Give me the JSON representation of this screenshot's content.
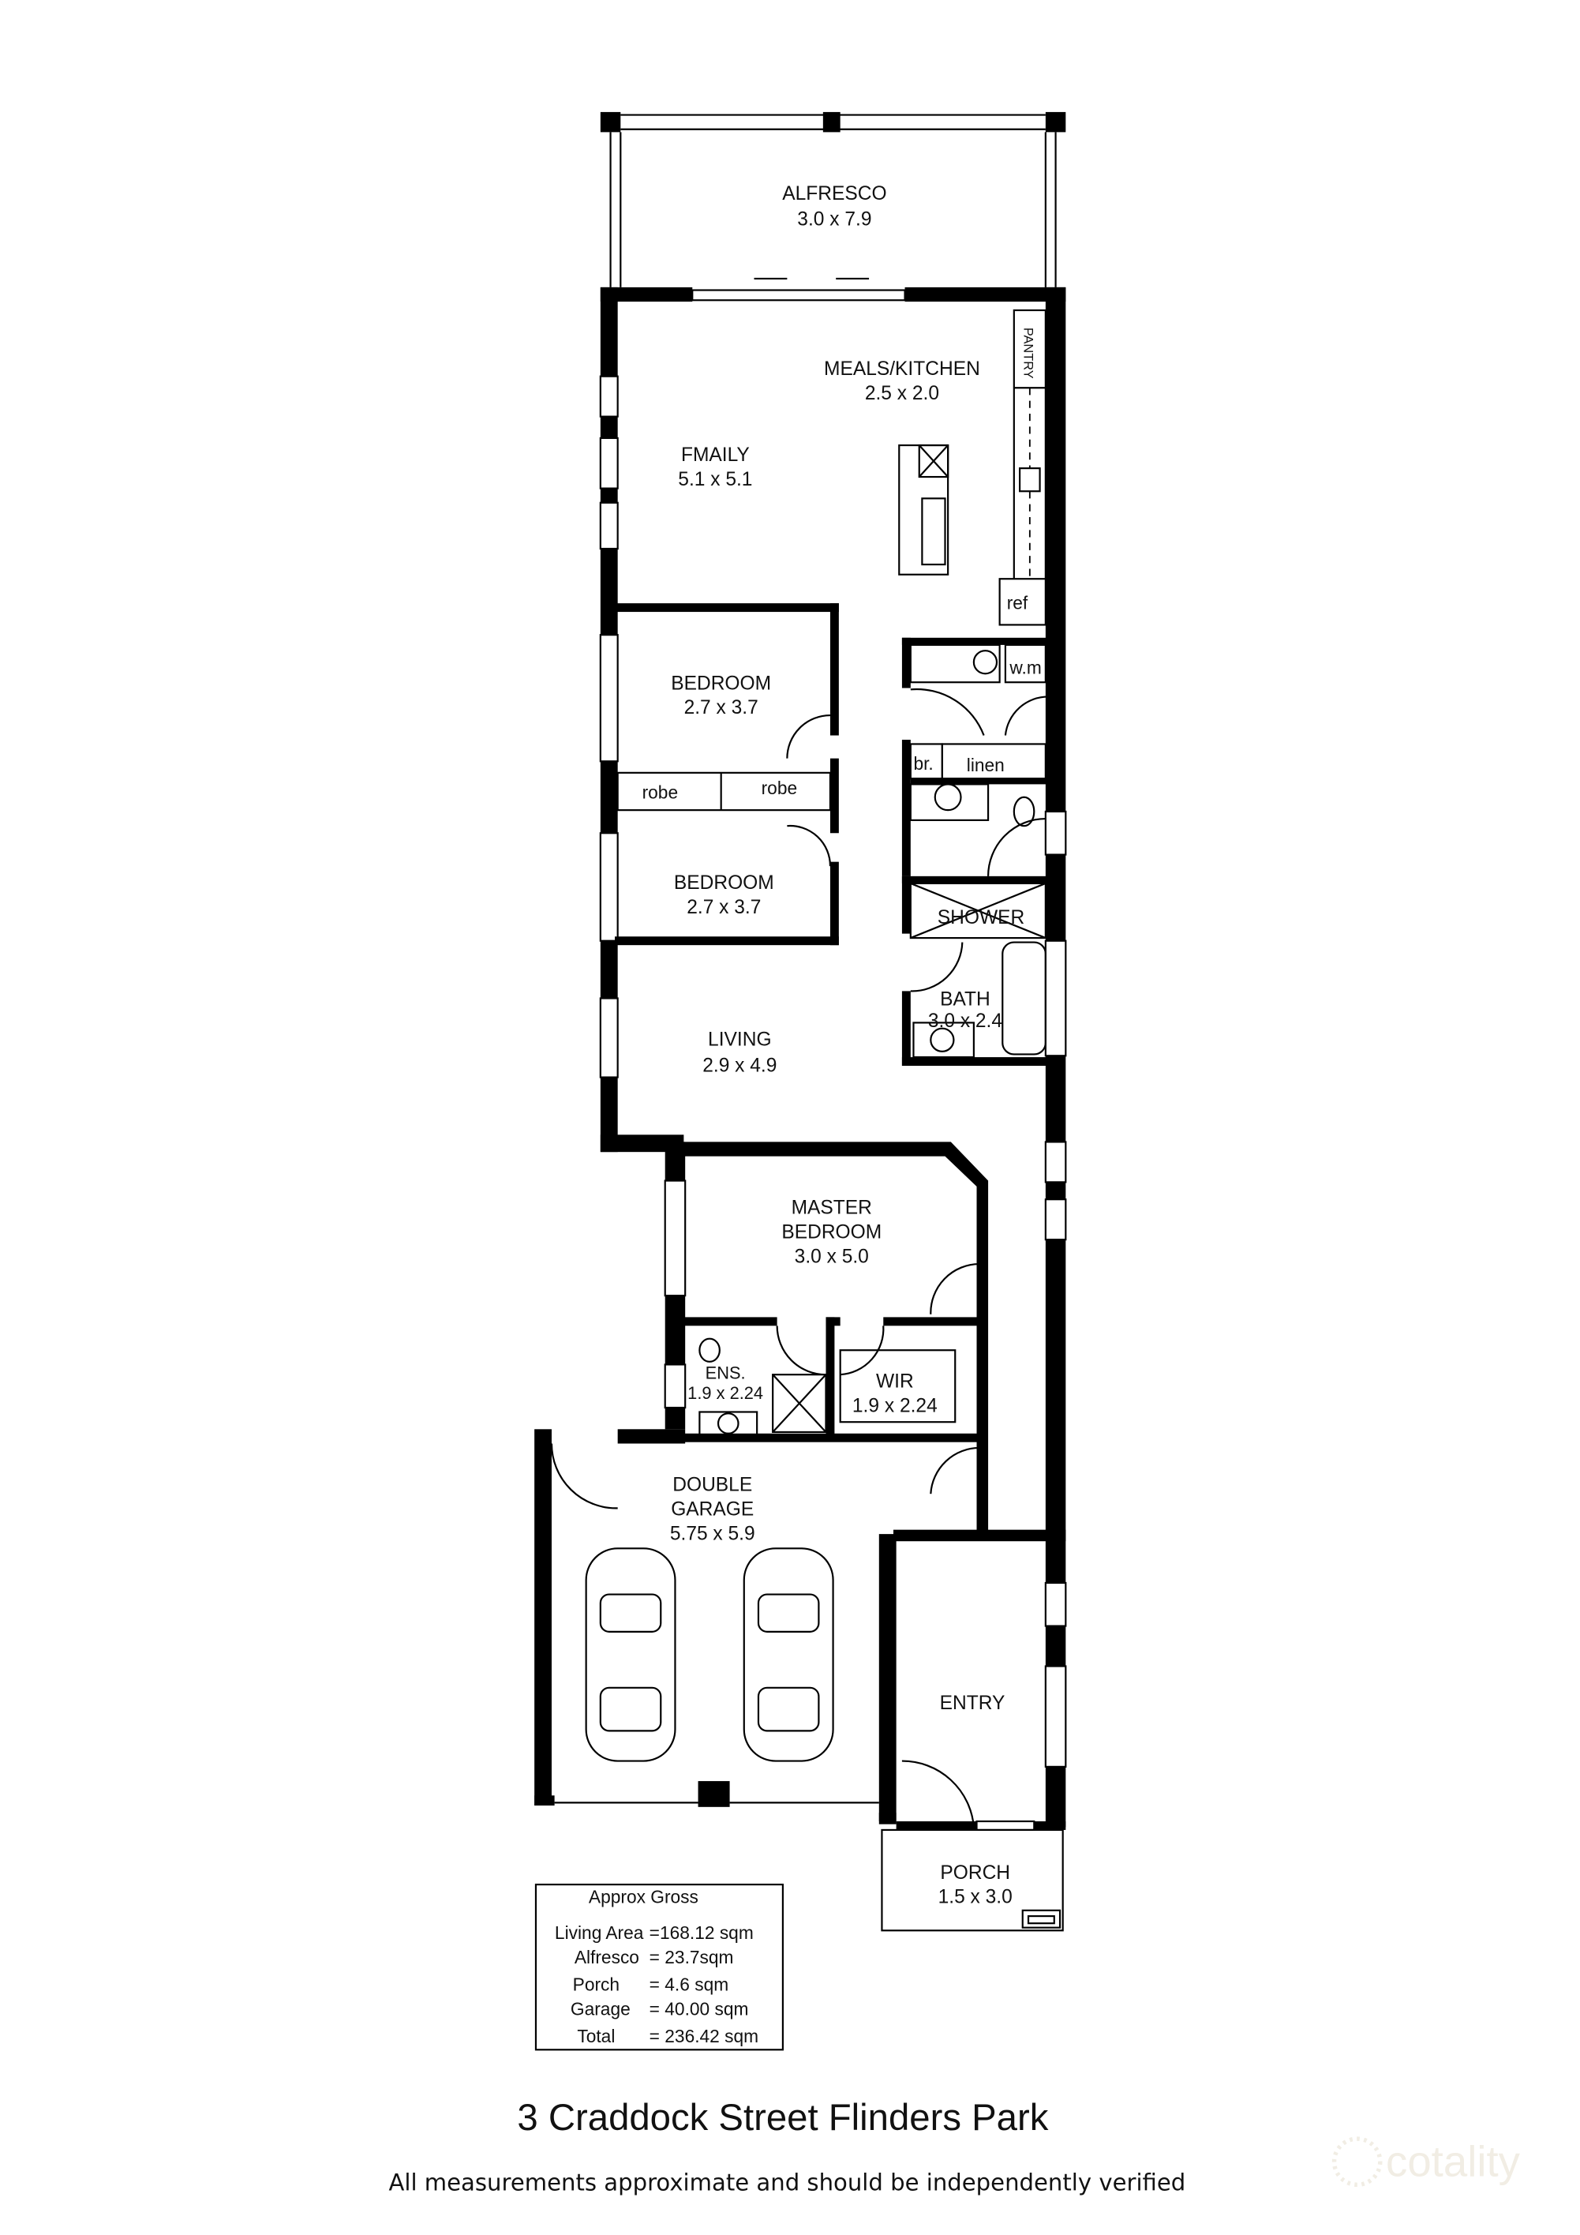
{
  "rooms": {
    "alfresco": {
      "name": "ALFRESCO",
      "size": "3.0 x 7.9"
    },
    "meals_kitchen": {
      "name": "MEALS/KITCHEN",
      "size": "2.5 x 2.0"
    },
    "pantry": "PANTRY",
    "family": {
      "name": "FMAILY",
      "size": "5.1 x 5.1"
    },
    "ref": "ref",
    "wm": "w.m",
    "br": "br.",
    "linen": "linen",
    "bedroom1": {
      "name": "BEDROOM",
      "size": "2.7 x 3.7"
    },
    "robe1": "robe",
    "robe2": "robe",
    "bedroom2": {
      "name": "BEDROOM",
      "size": "2.7 x 3.7"
    },
    "shower": "SHOWER",
    "bath": {
      "name": "BATH",
      "size": "3.0 x 2.4"
    },
    "living": {
      "name": "LIVING",
      "size": "2.9 x 4.9"
    },
    "master": {
      "name1": "MASTER",
      "name2": "BEDROOM",
      "size": "3.0 x 5.0"
    },
    "ens": {
      "name": "ENS.",
      "size": "1.9 x 2.24"
    },
    "wir": {
      "name": "WIR",
      "size": "1.9 x 2.24"
    },
    "garage": {
      "name1": "DOUBLE",
      "name2": "GARAGE",
      "size": "5.75 x 5.9"
    },
    "entry": {
      "name": "ENTRY"
    },
    "porch": {
      "name": "PORCH",
      "size": "1.5 x 3.0"
    }
  },
  "area_summary": {
    "heading": "Approx Gross",
    "rows": [
      {
        "label": "Living Area",
        "value": "=168.12 sqm"
      },
      {
        "label": "Alfresco",
        "value": "= 23.7sqm"
      },
      {
        "label": "Porch",
        "value": "= 4.6  sqm"
      },
      {
        "label": "Garage",
        "value": "= 40.00 sqm"
      },
      {
        "label": "Total",
        "value": "= 236.42 sqm"
      }
    ]
  },
  "title": "3 Craddock Street Flinders Park",
  "disclaimer": "All measurements approximate and should be independently verified",
  "watermark": "cotality"
}
